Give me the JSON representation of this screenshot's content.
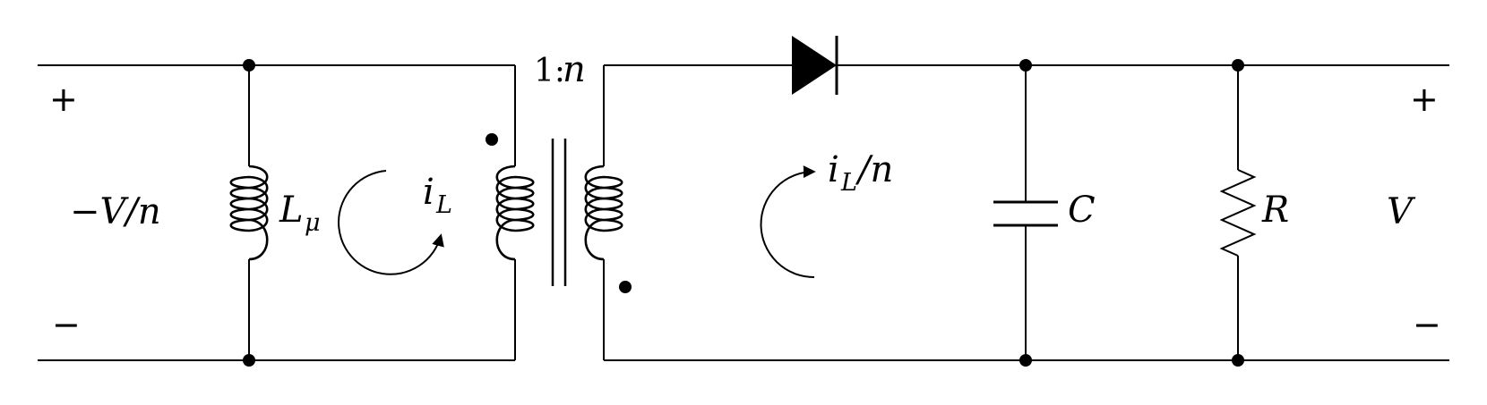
{
  "transformer": {
    "ratio_one": "1:",
    "ratio_n": "n"
  },
  "components": {
    "magnetizing_inductor": {
      "symbol": "L",
      "subscript": "μ"
    },
    "capacitor": {
      "symbol": "C"
    },
    "resistor": {
      "symbol": "R"
    }
  },
  "currents": {
    "primary": {
      "symbol": "i",
      "subscript": "L"
    },
    "secondary": {
      "symbol": "i",
      "subscript": "L",
      "suffix": "/n"
    }
  },
  "terminals": {
    "input": {
      "plus": "+",
      "minus": "−",
      "voltage": "−V/n"
    },
    "output": {
      "plus": "+",
      "minus": "−",
      "voltage": "V"
    }
  }
}
